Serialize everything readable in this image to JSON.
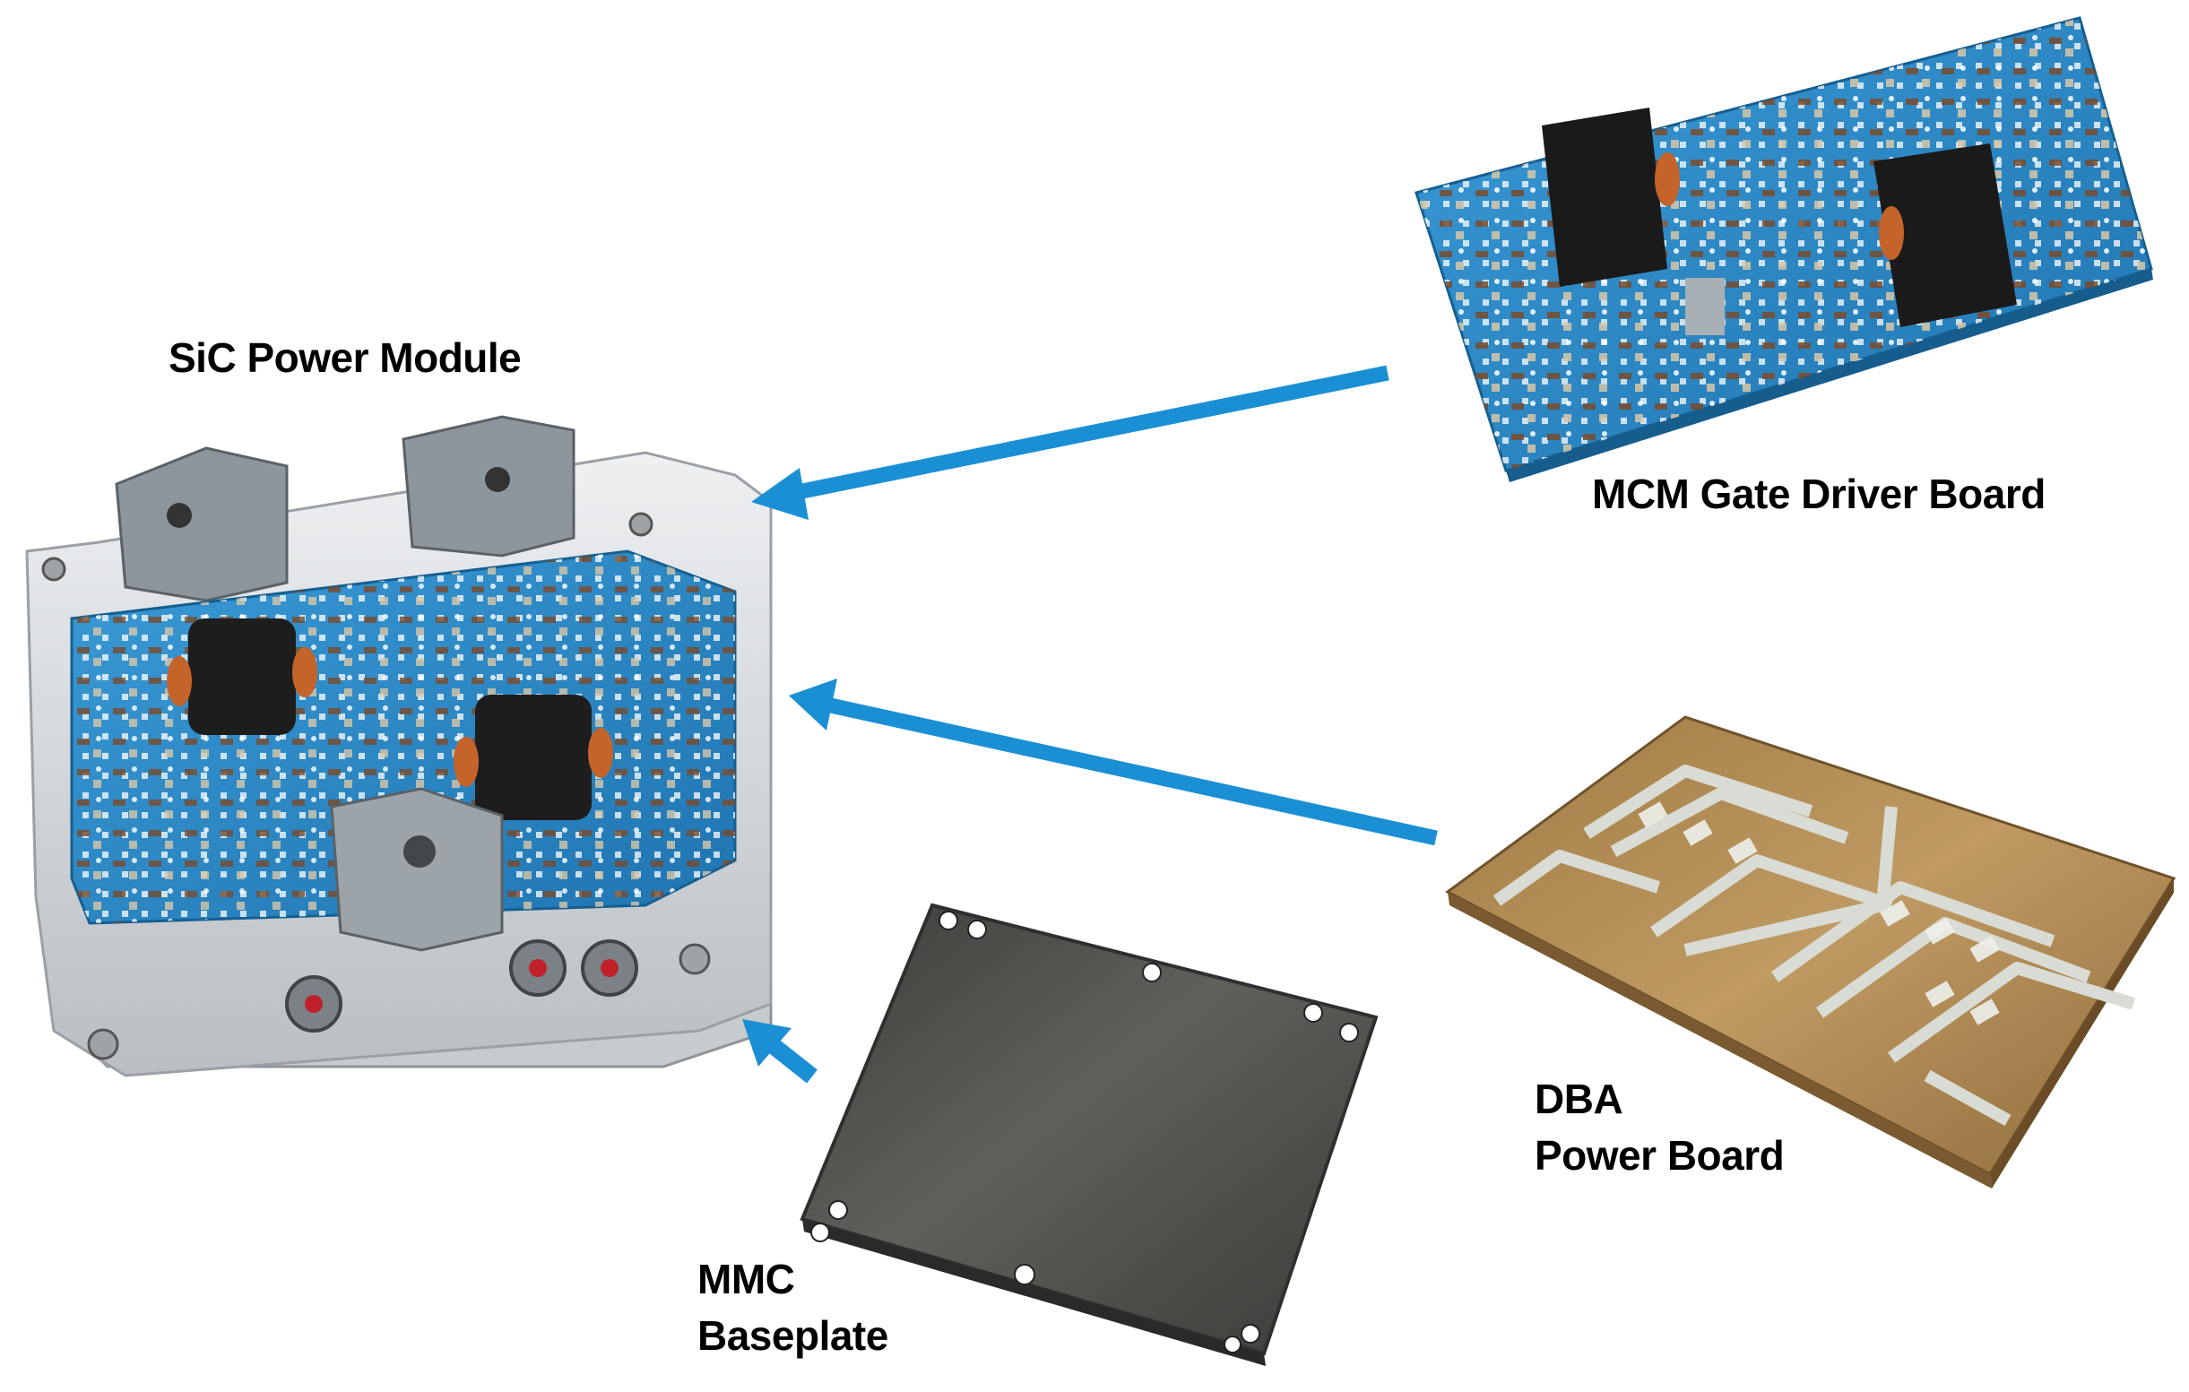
{
  "labels": {
    "sic_power_module": "SiC Power Module",
    "mcm_gate_driver_board": "MCM Gate Driver Board",
    "dba_power_board": {
      "line1": "DBA",
      "line2": "Power Board"
    },
    "mmc_baseplate": {
      "line1": "MMC",
      "line2": "Baseplate"
    }
  },
  "colors": {
    "arrow": "#1b8fd4",
    "pcb_blue": "#2a86c4",
    "dba_copper": "#b7945c",
    "baseplate": "#4a4b47",
    "housing": "#d9dcdf"
  }
}
